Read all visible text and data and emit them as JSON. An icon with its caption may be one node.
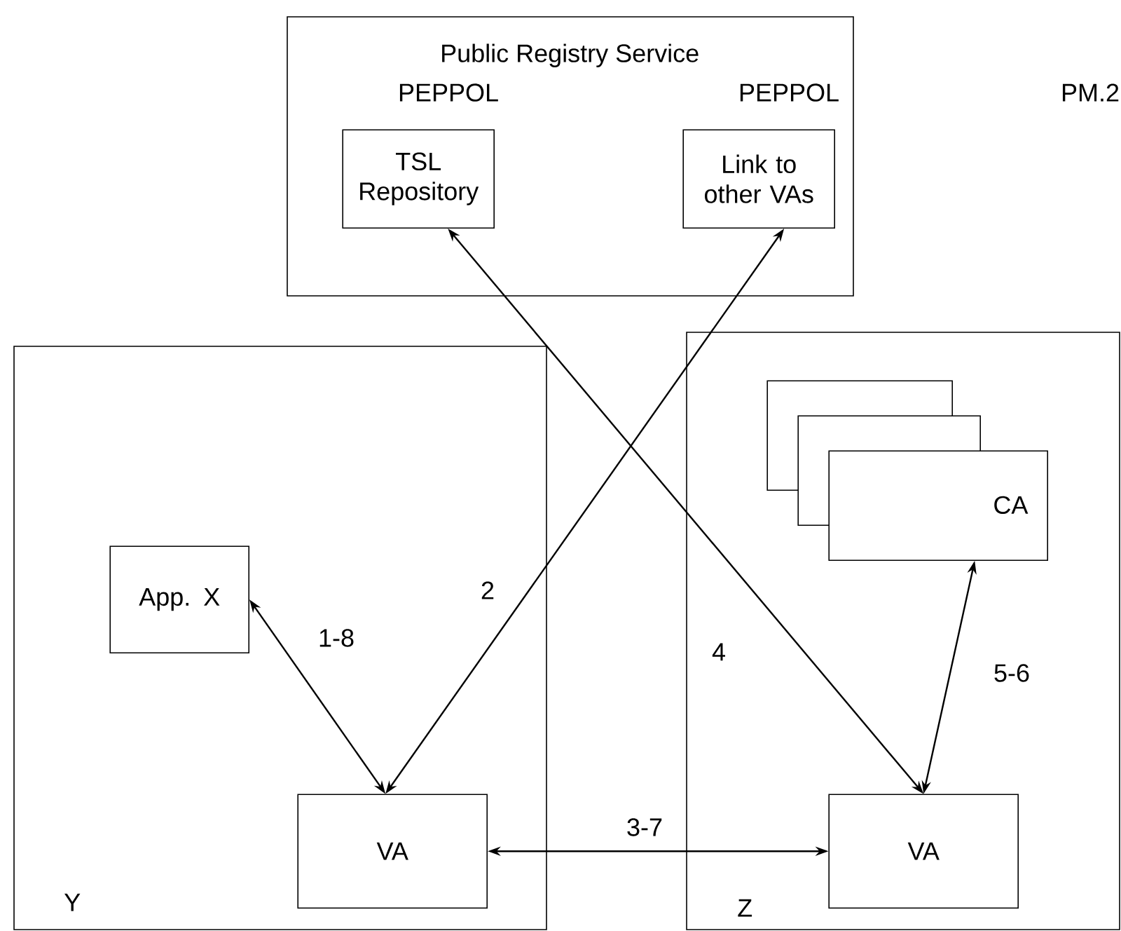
{
  "diagram": {
    "nodes": [
      {
        "text": [
          "Public Registry Service"
        ]
      },
      {
        "text": [
          "TSL Repository"
        ],
        "in": 0,
        "beside": [
          "PEPPOL"
        ]
      },
      {
        "text": [
          "Link to other VAs"
        ],
        "in": 0,
        "beside": [
          "PEPPOL"
        ]
      },
      {
        "text": [
          "Y"
        ]
      },
      {
        "text": [
          "App. X"
        ],
        "in": 3
      },
      {
        "text": [
          "VA"
        ],
        "in": 3
      },
      {
        "text": [
          "Z"
        ]
      },
      {
        "text": [],
        "shape": "box",
        "in": 6
      },
      {
        "text": [],
        "shape": "box",
        "in": 6
      },
      {
        "text": [
          "CA"
        ],
        "in": 6
      },
      {
        "text": [
          "VA"
        ],
        "in": 6
      }
    ],
    "edges": [
      {
        "from": 4,
        "to": 5,
        "arrow": "both",
        "label": "1-8"
      },
      {
        "from": 5,
        "to": 2,
        "arrow": "both",
        "label": "2"
      },
      {
        "from": 5,
        "to": 10,
        "arrow": "both",
        "label": "3-7"
      },
      {
        "from": 1,
        "to": 10,
        "arrow": "both",
        "label": "4"
      },
      {
        "from": 9,
        "to": 10,
        "arrow": "both",
        "label": "5-6"
      }
    ],
    "labels": [
      "PM.2"
    ]
  }
}
